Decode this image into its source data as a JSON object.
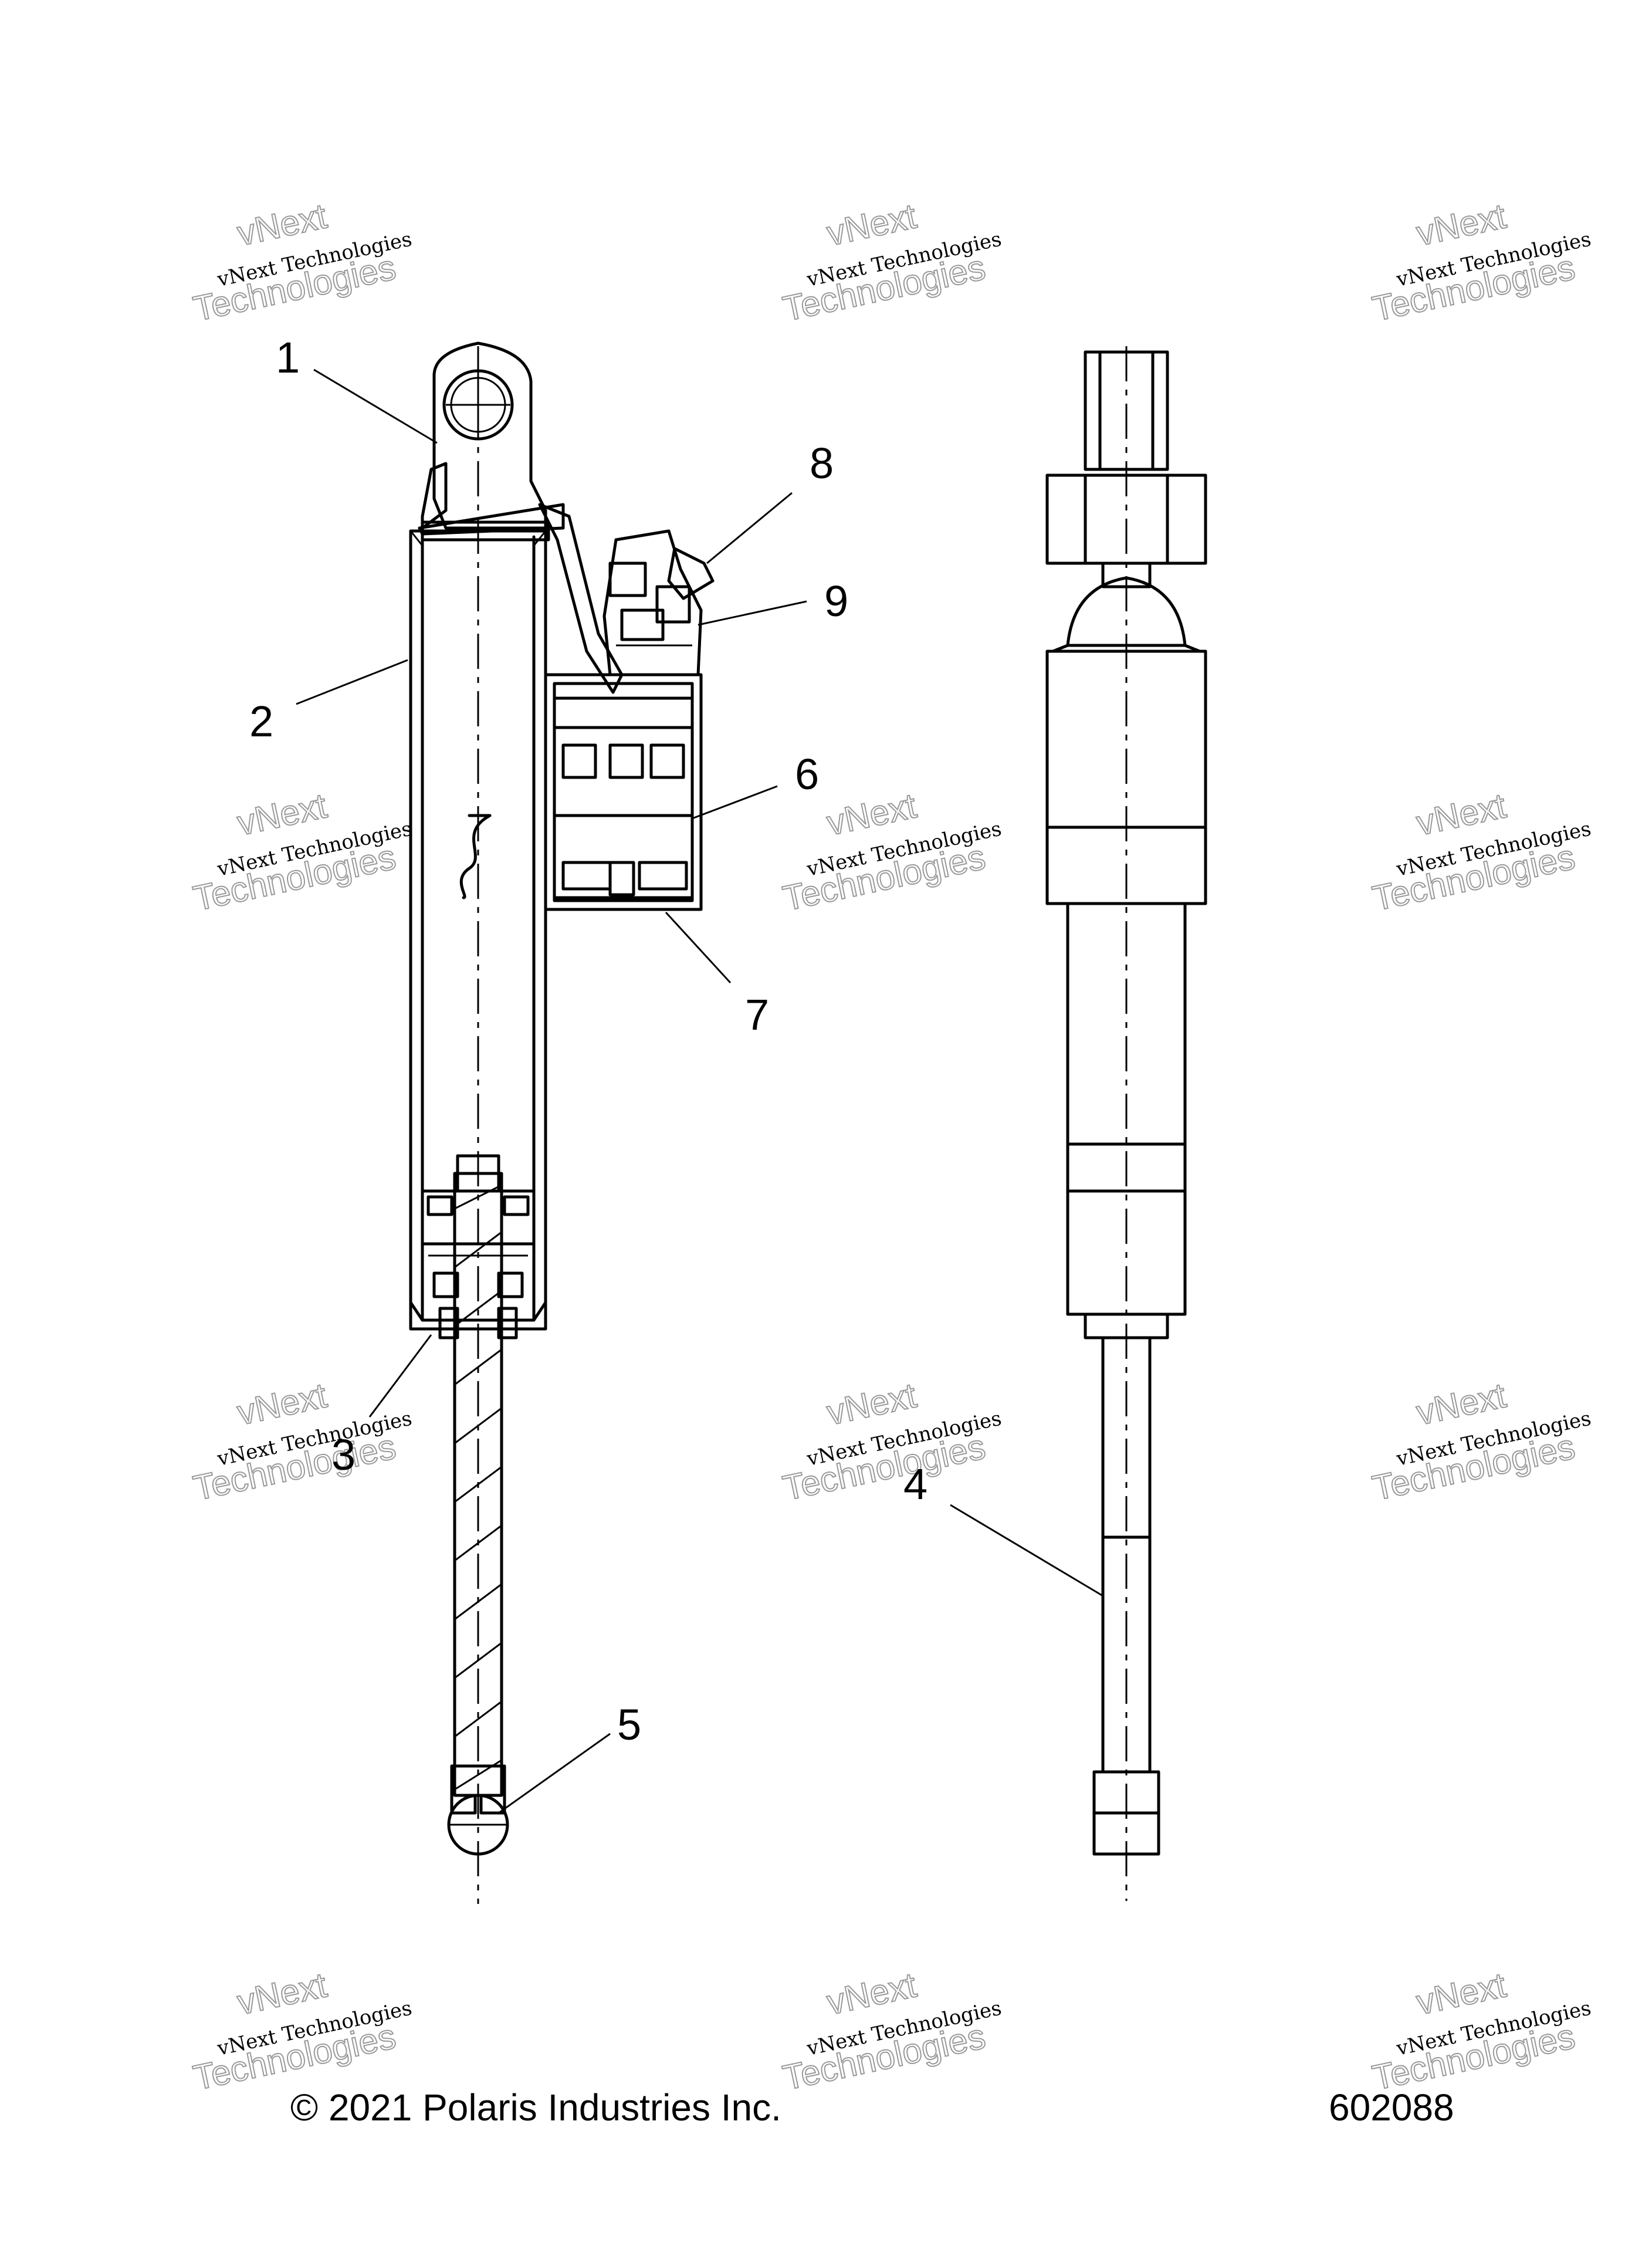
{
  "callouts": [
    "1",
    "2",
    "3",
    "4",
    "5",
    "6",
    "7",
    "8",
    "9"
  ],
  "watermark": {
    "line1": "vNext",
    "line2": "vNext Technologies",
    "line3": "Technologies"
  },
  "footer": {
    "copyright": "© 2021 Polaris Industries Inc.",
    "figure_number": "602088"
  }
}
